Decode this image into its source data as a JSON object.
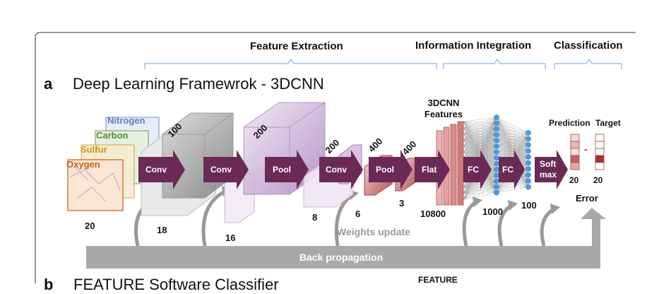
{
  "headers": {
    "feature_extraction": "Feature Extraction",
    "information_integration": "Information Integration",
    "classification": "Classification"
  },
  "panel_a": {
    "letter": "a",
    "title": "Deep Learning Framewrok - 3DCNN"
  },
  "channels": [
    "Nitrogen",
    "Carbon",
    "Sulfur",
    "Oxygen"
  ],
  "blocks": [
    "Conv",
    "Conv",
    "Pool",
    "Conv",
    "Pool",
    "Flat",
    "FC",
    "FC",
    "Soft max"
  ],
  "block_soft_line1": "Soft",
  "block_soft_line2": "max",
  "sizes": {
    "input": "20",
    "conv1_depth": "100",
    "conv1_size": "18",
    "pool1_depth": "200",
    "pool1_size": "16",
    "conv2_depth": "200",
    "conv2_size": "8",
    "pool2a_depth": "400",
    "pool2a_size": "6",
    "pool2b_depth": "400",
    "pool2b_size": "3",
    "flat": "10800",
    "fc1": "1000",
    "fc2": "100"
  },
  "features_label_line1": "3DCNN",
  "features_label_line2": "Features",
  "prediction": "Prediction",
  "target": "Target",
  "pred_value": "20",
  "target_value": "20",
  "minus": "-",
  "error": "Error",
  "weights_update": "Weights update",
  "back_propagation": "Back propagation",
  "panel_b": {
    "letter": "b",
    "title": "FEATURE Software Classifier",
    "feature_label": "FEATURE"
  },
  "colors": {
    "arrow": "#6b2a55",
    "backprop": "#a9a9a9",
    "bracket": "#8ab4e0",
    "neuron": "#4a9de0",
    "nitrogen": "#5b7cc4",
    "carbon": "#5a8a3a",
    "sulfur": "#c79a1a",
    "oxygen": "#c0601a"
  }
}
